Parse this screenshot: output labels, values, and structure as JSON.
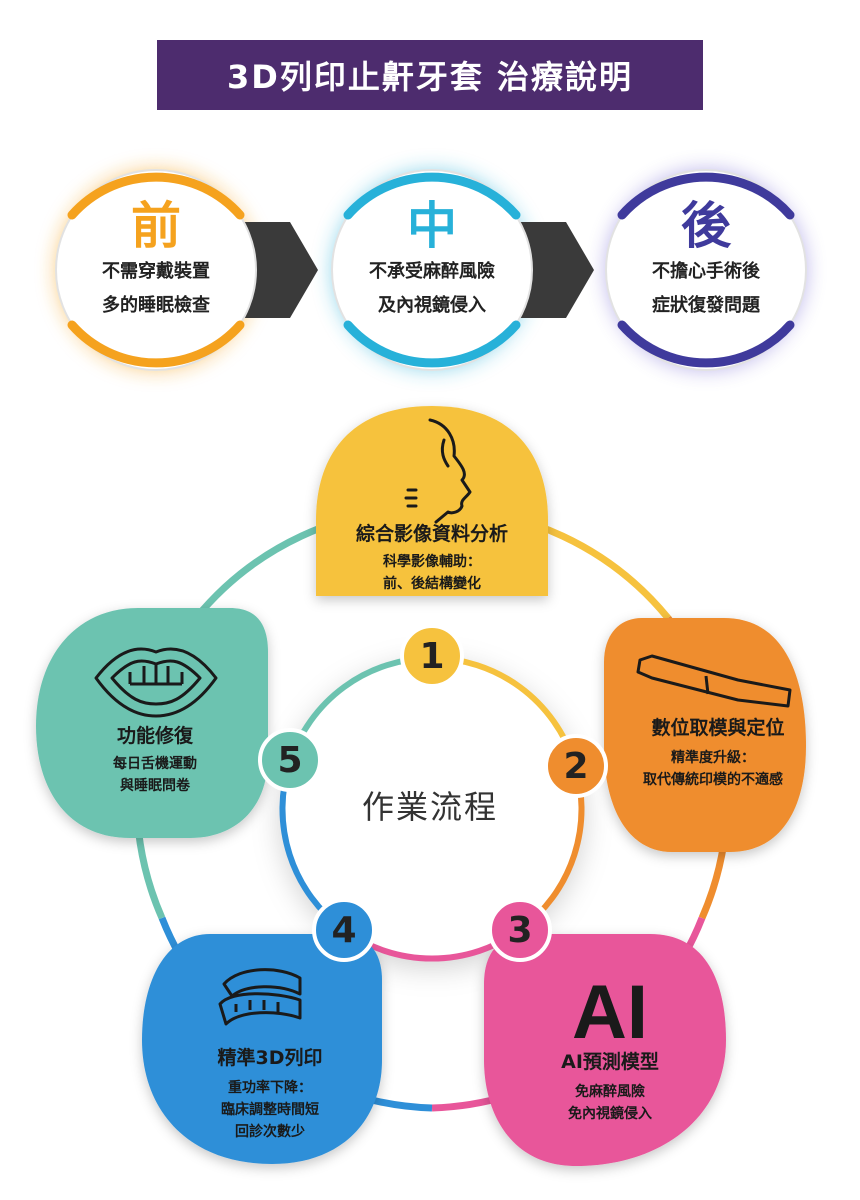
{
  "title": "3D列印止鼾牙套 治療說明",
  "phases": [
    {
      "char": "前",
      "line1": "不需穿戴裝置",
      "line2": "多的睡眠檢查",
      "color": "#f5a21e"
    },
    {
      "char": "中",
      "line1": "不承受麻醉風險",
      "line2": "及內視鏡侵入",
      "color": "#27b1d9"
    },
    {
      "char": "後",
      "line1": "不擔心手術後",
      "line2": "症狀復發問題",
      "color": "#3f3a9c"
    }
  ],
  "center_label": "作業流程",
  "steps": [
    {
      "number": "1",
      "title": "綜合影像資料分析",
      "desc1": "科學影像輔助：",
      "desc2": "前、後結構變化",
      "color": "#f6c23e",
      "icon": "face-profile-icon"
    },
    {
      "number": "2",
      "title": "數位取模與定位",
      "desc1": "精準度升級：",
      "desc2": "取代傳統印模的不適感",
      "color": "#ef8d2e",
      "icon": "intraoral-scanner-icon"
    },
    {
      "number": "3",
      "title": "AI預測模型",
      "desc1": "免麻醉風險",
      "desc2": "免內視鏡侵入",
      "color": "#e8569a",
      "icon": "ai-text-icon",
      "icon_text": "AI"
    },
    {
      "number": "4",
      "title": "精準3D列印",
      "desc1": "重功率下降：",
      "desc2": "臨床調整時間短",
      "desc3": "回診次數少",
      "color": "#2e8fd8",
      "icon": "dental-appliance-icon"
    },
    {
      "number": "5",
      "title": "功能修復",
      "desc1": "每日舌機運動",
      "desc2": "與睡眠問卷",
      "color": "#6cc3b0",
      "icon": "mouth-teeth-icon"
    }
  ]
}
